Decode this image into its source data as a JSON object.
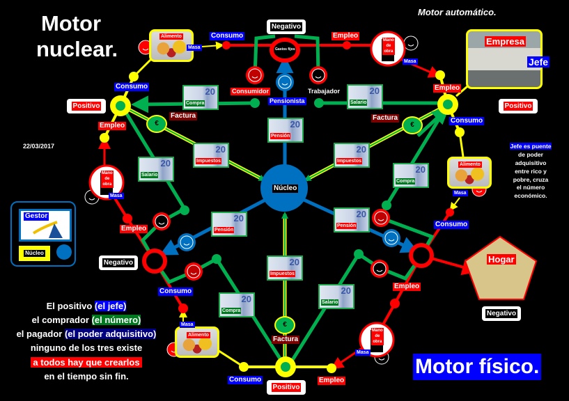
{
  "titles": {
    "nuclear_line1": "Motor",
    "nuclear_line2": "nuclear.",
    "automatic": "Motor automático.",
    "physical": "Motor físico."
  },
  "date": "22/03/2017",
  "states": {
    "positive": "Positivo",
    "negative": "Negativo"
  },
  "labels": {
    "consumo": "Consumo",
    "empleo": "Empleo",
    "masa": "Masa",
    "alimento": "Alimento",
    "factura": "Factura",
    "mano_de_obra": [
      "Mano",
      "de",
      "obra"
    ],
    "gastos_fijos": "Gastos fijos",
    "nucleo": "Núcleo",
    "consumidor": "Consumidor",
    "trabajador": "Trabajador",
    "pensionista": "Pensionista",
    "empresa": "Empresa",
    "jefe": "Jefe",
    "hogar": "Hogar",
    "euro": "€"
  },
  "bills": {
    "compra": "Compra",
    "salario": "Salario",
    "pension": "Pensión",
    "impuestos": "Impuestos",
    "denomination": "20"
  },
  "legend": {
    "gestor": "Gestor",
    "nucleo": "Núcleo"
  },
  "note": [
    "Jefe es puente",
    "de poder",
    "adquisitivo",
    "entre rico y",
    "pobre, cruza",
    "el número",
    "económico."
  ],
  "quote": {
    "l1a": "El positivo ",
    "l1b": "(el jefe)",
    "l2a": "el comprador ",
    "l2b": "(el número)",
    "l3a": "el pagador ",
    "l3b": "(el poder adquisitivo)",
    "l4": "ninguno de los tres existe",
    "l5": "a todos hay que crearlos",
    "l6": "en el tiempo sin fin."
  },
  "colors": {
    "positive": "#ffff00",
    "negative": "#ff0000",
    "money": "#00b050",
    "nucleus": "#0070c0"
  }
}
